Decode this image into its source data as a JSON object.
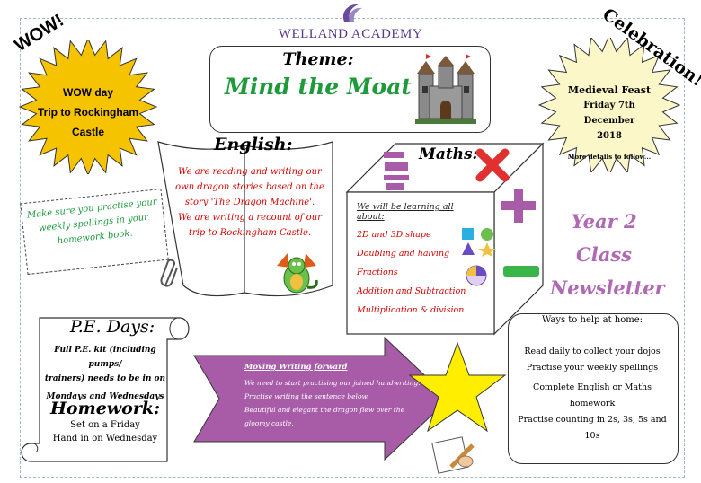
{
  "logo": {
    "name": "WELLAND ACADEMY",
    "icon": "academy-swirl-icon"
  },
  "wow": {
    "label": "WOW!",
    "lines": [
      "WOW day",
      "Trip to Rockingham",
      "Castle"
    ]
  },
  "celebration": {
    "label": "Celebration!",
    "event": "Medieval Feast",
    "date_lines": [
      "Friday 7th December",
      "2018"
    ],
    "note": "More details to follow..."
  },
  "theme": {
    "heading": "Theme:",
    "title": "Mind the Moat",
    "icon": "castle-icon"
  },
  "english": {
    "heading": "English:",
    "lines": [
      "We are reading and writing our",
      "own dragon stories based on the",
      "story 'The Dragon Machine'.",
      "We are writing a recount of our",
      "trip to Rockingham Castle."
    ],
    "icon": "dragon-icon"
  },
  "spellings_note": {
    "lines": [
      "Make sure you practise your",
      "weekly spellings in your",
      "homework book."
    ],
    "icon": "paperclip-icon"
  },
  "maths": {
    "heading": "Maths:",
    "intro": "We will be learning all about:",
    "items": [
      "2D and 3D shape",
      "Doubling and halving",
      "Fractions",
      "Addition and Subtraction",
      "Multiplication & division."
    ],
    "icons": [
      "minus-icon",
      "divide-icon",
      "multiply-icon",
      "plus-icon",
      "shapes-icon",
      "fraction-circle-icon"
    ]
  },
  "newsletter": {
    "lines": [
      "Year 2",
      "Class",
      "Newsletter"
    ]
  },
  "pe": {
    "heading": "P.E. Days:",
    "lines": [
      "Full P.E. kit (including pumps/",
      "trainers) needs to be in on",
      "Mondays and Wednesdays"
    ]
  },
  "homework": {
    "heading": "Homework:",
    "lines": [
      "Set on a Friday",
      "Hand in on Wednesday"
    ]
  },
  "writing": {
    "title": "Moving Writing forward",
    "lines": [
      "We need to start practising our joined handwriting.",
      "Practise writing the sentence below.",
      "Beautiful and elegant the dragon flew over the",
      "gloomy castle."
    ],
    "icon": "handwriting-icon"
  },
  "help": {
    "title": "Ways to help at home:",
    "items": [
      "Read daily to collect your dojos",
      "Practise your weekly spellings",
      "Complete English or Maths",
      "homework",
      "Practise counting in 2s, 3s, 5s and",
      "10s"
    ]
  },
  "colors": {
    "burst_yellow": "#f5c300",
    "burst_cream": "#fbf7c8",
    "green_text": "#1f9a3a",
    "red_text": "#d40000",
    "purple_arrow": "#a85ca8",
    "purple_text": "#b06ab3",
    "star_yellow": "#ffee00"
  }
}
